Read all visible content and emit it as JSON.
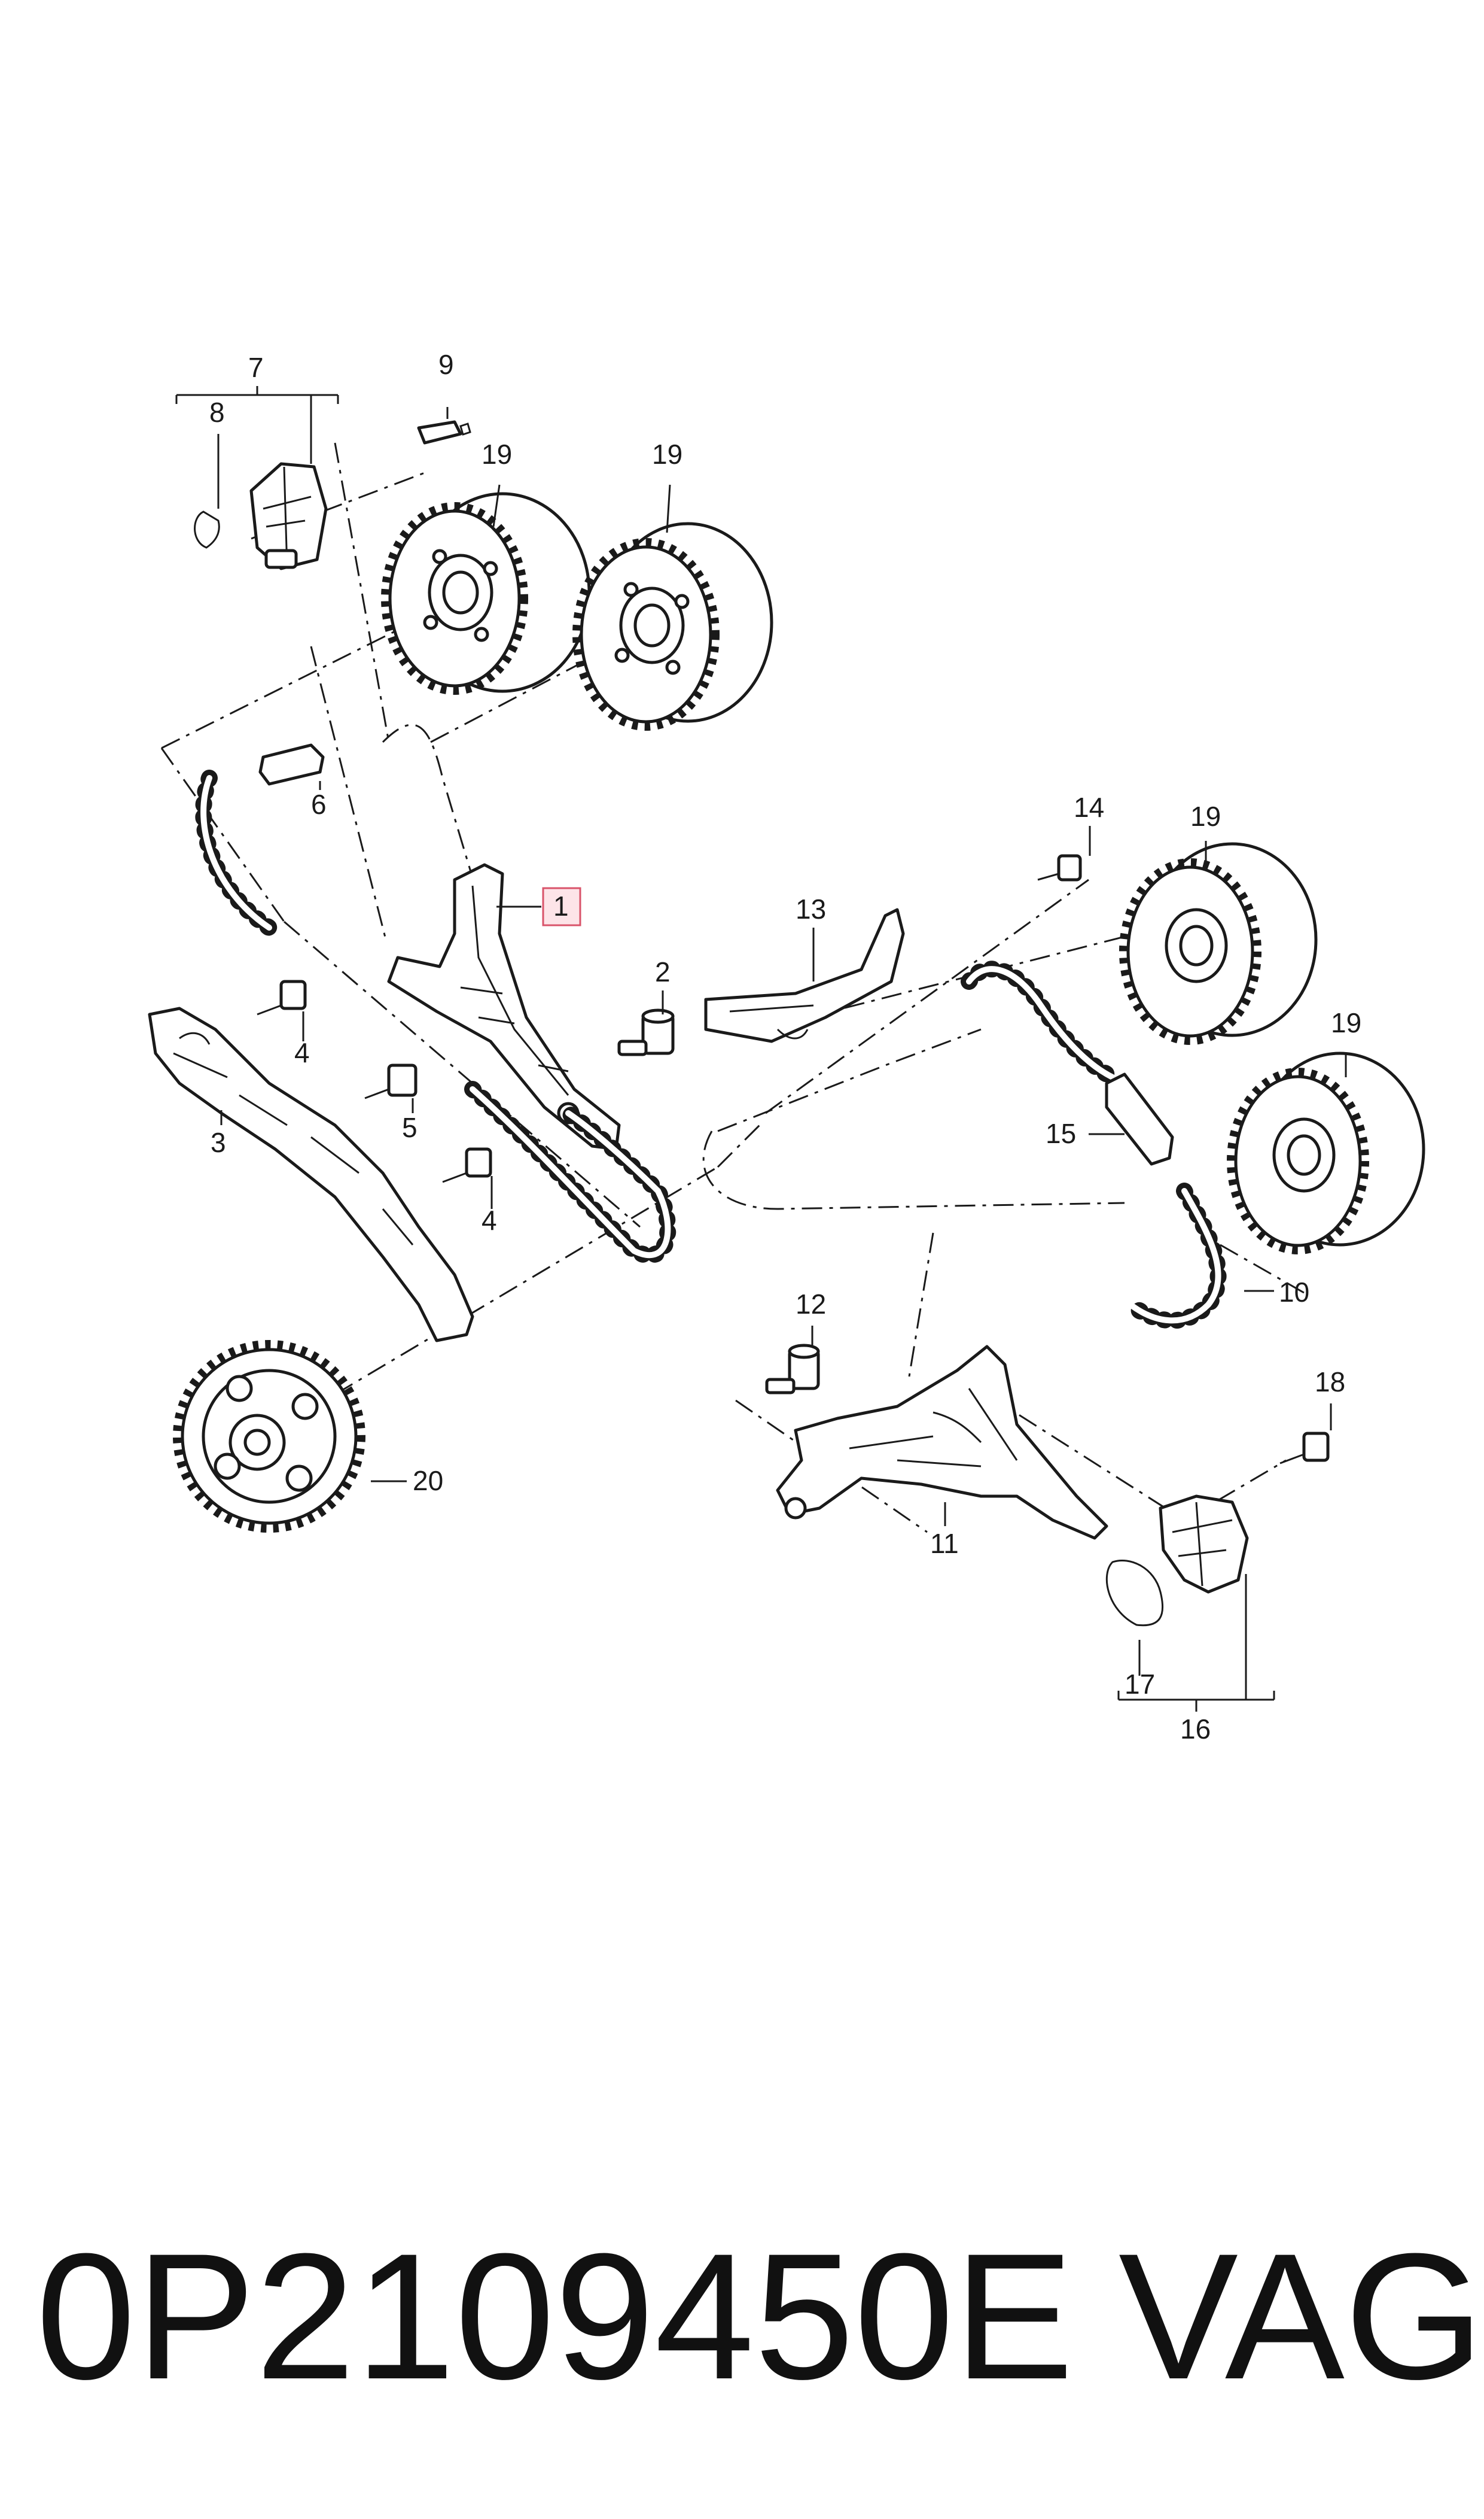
{
  "callouts": [
    {
      "id": "c1",
      "label": "1",
      "highlighted": true
    },
    {
      "id": "c2",
      "label": "2"
    },
    {
      "id": "c3",
      "label": "3"
    },
    {
      "id": "c4a",
      "label": "4"
    },
    {
      "id": "c4b",
      "label": "4"
    },
    {
      "id": "c5",
      "label": "5"
    },
    {
      "id": "c6",
      "label": "6"
    },
    {
      "id": "c7",
      "label": "7"
    },
    {
      "id": "c8",
      "label": "8"
    },
    {
      "id": "c9",
      "label": "9"
    },
    {
      "id": "c10",
      "label": "10"
    },
    {
      "id": "c11",
      "label": "11"
    },
    {
      "id": "c12",
      "label": "12"
    },
    {
      "id": "c13",
      "label": "13"
    },
    {
      "id": "c14",
      "label": "14"
    },
    {
      "id": "c15",
      "label": "15"
    },
    {
      "id": "c16",
      "label": "16"
    },
    {
      "id": "c17",
      "label": "17"
    },
    {
      "id": "c18",
      "label": "18"
    },
    {
      "id": "c19a",
      "label": "19"
    },
    {
      "id": "c19b",
      "label": "19"
    },
    {
      "id": "c19c",
      "label": "19"
    },
    {
      "id": "c19d",
      "label": "19"
    },
    {
      "id": "c20",
      "label": "20"
    }
  ],
  "footer": {
    "part_number": "0P2109450E",
    "brand": "VAG"
  },
  "colors": {
    "line": "#1a1a1a",
    "highlight_fill": "#fde4e8",
    "highlight_stroke": "#d9536a",
    "background": "#ffffff"
  }
}
